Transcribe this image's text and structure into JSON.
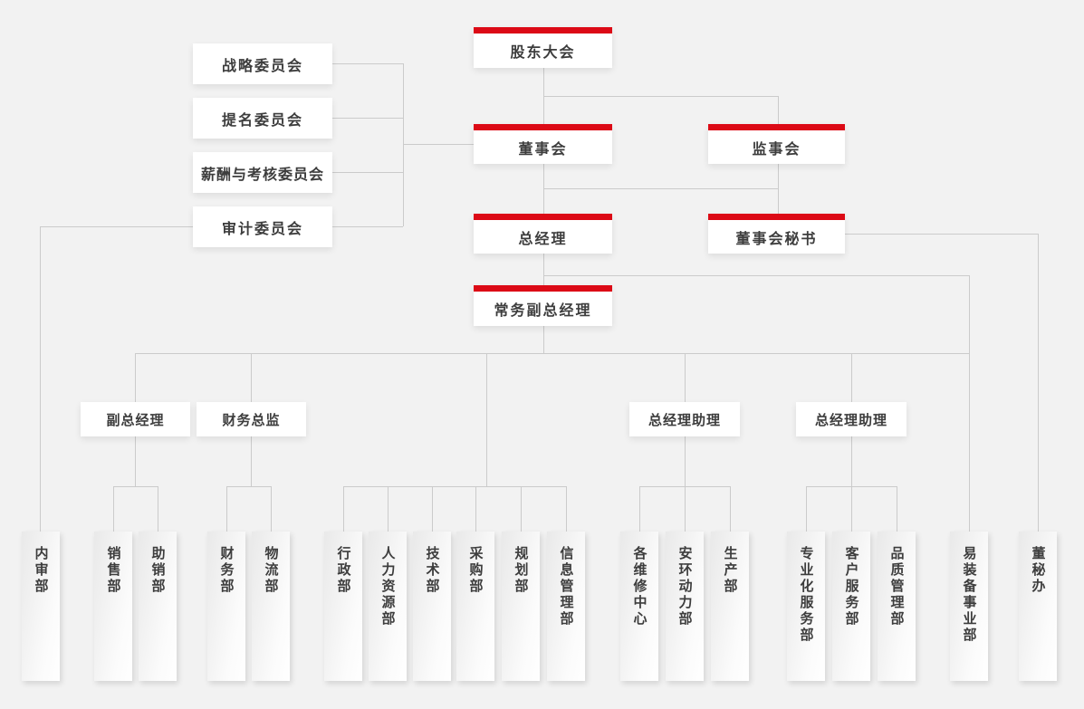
{
  "page": {
    "background": "#f2f2f2"
  },
  "style": {
    "accent_red": "#dc0a16",
    "line_color": "#cbcbcb",
    "text_color": "#3d3d3d"
  },
  "nodes": {
    "shareholders": {
      "label": "股东大会",
      "accent": "red"
    },
    "strategy_committee": {
      "label": "战略委员会"
    },
    "nomination_committee": {
      "label": "提名委员会"
    },
    "remuneration_committee": {
      "label": "薪酬与考核委员会"
    },
    "audit_committee": {
      "label": "审计委员会"
    },
    "board": {
      "label": "董事会",
      "accent": "red"
    },
    "supervisory_board": {
      "label": "监事会",
      "accent": "red"
    },
    "general_manager": {
      "label": "总经理",
      "accent": "red"
    },
    "board_secretary": {
      "label": "董事会秘书",
      "accent": "red"
    },
    "executive_deputy_gm": {
      "label": "常务副总经理",
      "accent": "red"
    },
    "deputy_gm": {
      "label": "副总经理"
    },
    "cfo": {
      "label": "财务总监"
    },
    "gm_assistant_1": {
      "label": "总经理助理"
    },
    "gm_assistant_2": {
      "label": "总经理助理"
    }
  },
  "departments": [
    {
      "label": "内审部"
    },
    {
      "label": "销售部"
    },
    {
      "label": "助销部"
    },
    {
      "label": "财务部"
    },
    {
      "label": "物流部"
    },
    {
      "label": "行政部"
    },
    {
      "label": "人力资源部"
    },
    {
      "label": "技术部"
    },
    {
      "label": "采购部"
    },
    {
      "label": "规划部"
    },
    {
      "label": "信息管理部"
    },
    {
      "label": "各维修中心"
    },
    {
      "label": "安环动力部"
    },
    {
      "label": "生产部"
    },
    {
      "label": "专业化服务部"
    },
    {
      "label": "客户服务部"
    },
    {
      "label": "品质管理部"
    },
    {
      "label": "易装备事业部"
    },
    {
      "label": "董秘办"
    }
  ],
  "hierarchy_edges": [
    {
      "from": "股东大会",
      "to": "董事会"
    },
    {
      "from": "股东大会",
      "to": "监事会"
    },
    {
      "from": "董事会",
      "to": "战略委员会"
    },
    {
      "from": "董事会",
      "to": "提名委员会"
    },
    {
      "from": "董事会",
      "to": "薪酬与考核委员会"
    },
    {
      "from": "董事会",
      "to": "审计委员会"
    },
    {
      "from": "董事会",
      "to": "总经理"
    },
    {
      "from": "董事会",
      "to": "董事会秘书"
    },
    {
      "from": "审计委员会",
      "to": "内审部"
    },
    {
      "from": "董事会秘书",
      "to": "董秘办"
    },
    {
      "from": "总经理",
      "to": "常务副总经理"
    },
    {
      "from": "总经理",
      "to": "易装备事业部"
    },
    {
      "from": "常务副总经理",
      "to": "副总经理"
    },
    {
      "from": "常务副总经理",
      "to": "财务总监"
    },
    {
      "from": "常务副总经理",
      "to": "行政部"
    },
    {
      "from": "常务副总经理",
      "to": "人力资源部"
    },
    {
      "from": "常务副总经理",
      "to": "技术部"
    },
    {
      "from": "常务副总经理",
      "to": "采购部"
    },
    {
      "from": "常务副总经理",
      "to": "规划部"
    },
    {
      "from": "常务副总经理",
      "to": "信息管理部"
    },
    {
      "from": "常务副总经理",
      "to": "总经理助理"
    },
    {
      "from": "副总经理",
      "to": "销售部"
    },
    {
      "from": "副总经理",
      "to": "助销部"
    },
    {
      "from": "财务总监",
      "to": "财务部"
    },
    {
      "from": "财务总监",
      "to": "物流部"
    },
    {
      "from": "总经理助理(1)",
      "to": "各维修中心"
    },
    {
      "from": "总经理助理(1)",
      "to": "安环动力部"
    },
    {
      "from": "总经理助理(1)",
      "to": "生产部"
    },
    {
      "from": "总经理助理(2)",
      "to": "专业化服务部"
    },
    {
      "from": "总经理助理(2)",
      "to": "客户服务部"
    },
    {
      "from": "总经理助理(2)",
      "to": "品质管理部"
    }
  ]
}
